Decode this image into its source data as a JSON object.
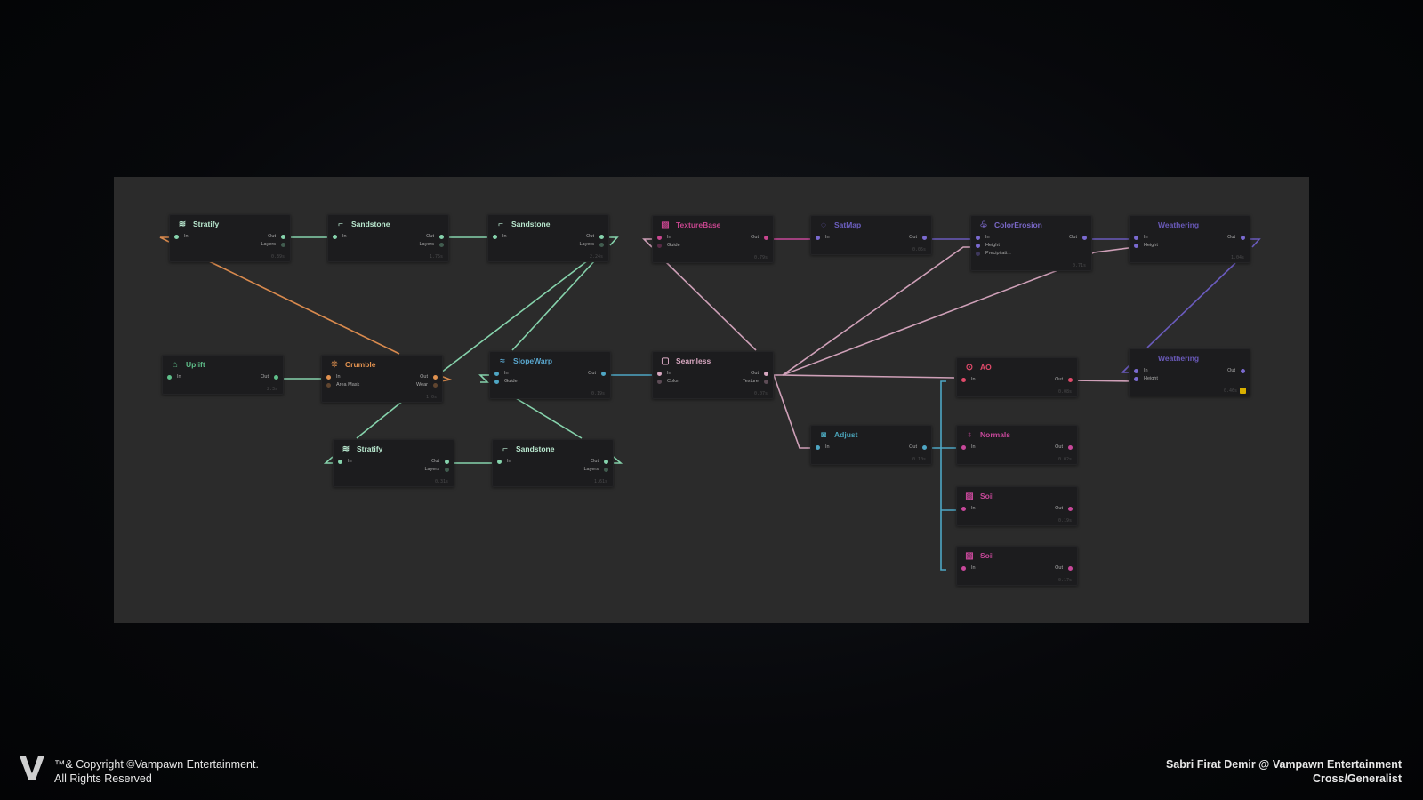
{
  "colors": {
    "green": "#86d3ac",
    "orange": "#d98a4e",
    "blue": "#4ea6c4",
    "pink": "#cfa0b8",
    "magenta": "#c8479a",
    "purple": "#6a5bbd",
    "canvas": "#2b2b2b",
    "node": "#1c1c1e"
  },
  "nodes": [
    {
      "id": "stratify1",
      "title": "Stratify",
      "icon": "stratify-icon",
      "glyph": "≋",
      "color": "#b9e8cf",
      "pin": "#86d3ac",
      "ins": [
        "In"
      ],
      "outs": [
        "Out",
        "Layers"
      ],
      "time": "0.39s"
    },
    {
      "id": "sandstone1",
      "title": "Sandstone",
      "icon": "terrace-icon",
      "glyph": "⌐",
      "color": "#b9e8cf",
      "pin": "#86d3ac",
      "ins": [
        "In"
      ],
      "outs": [
        "Out",
        "Layers"
      ],
      "time": "1.75s"
    },
    {
      "id": "sandstone2",
      "title": "Sandstone",
      "icon": "terrace-icon",
      "glyph": "⌐",
      "color": "#b9e8cf",
      "pin": "#86d3ac",
      "ins": [
        "In"
      ],
      "outs": [
        "Out",
        "Layers"
      ],
      "time": "2.24s"
    },
    {
      "id": "texturebase",
      "title": "TextureBase",
      "icon": "hatch-icon",
      "glyph": "▨",
      "color": "#c8468f",
      "pin": "#c8468f",
      "ins": [
        "In",
        "Guide"
      ],
      "outs": [
        "Out"
      ],
      "time": "0.79s"
    },
    {
      "id": "satmap",
      "title": "SatMap",
      "icon": "satmap-icon",
      "glyph": "◌",
      "color": "#6c5fc0",
      "pin": "#7a6ad0",
      "ins": [
        "In"
      ],
      "outs": [
        "Out"
      ],
      "time": "0.05s"
    },
    {
      "id": "colorerosion",
      "title": "ColorErosion",
      "icon": "erosion-icon",
      "glyph": "♧",
      "color": "#7a68c8",
      "pin": "#7a6ad0",
      "ins": [
        "In",
        "Height",
        "Precipitati..."
      ],
      "outs": [
        "Out"
      ],
      "time": "0.71s"
    },
    {
      "id": "weathering1",
      "title": "Weathering",
      "icon": "",
      "glyph": "",
      "color": "#6a5aba",
      "pin": "#7a6ad0",
      "ins": [
        "In",
        "Height"
      ],
      "outs": [
        "Out"
      ],
      "time": "1.04s"
    },
    {
      "id": "uplift",
      "title": "Uplift",
      "icon": "uplift-icon",
      "glyph": "⌂",
      "color": "#5fbf8a",
      "pin": "#5fbf8a",
      "ins": [
        "In"
      ],
      "outs": [
        "Out"
      ],
      "time": "2.3s"
    },
    {
      "id": "crumble",
      "title": "Crumble",
      "icon": "crumble-icon",
      "glyph": "⁜",
      "color": "#e0914f",
      "pin": "#e0914f",
      "ins": [
        "In",
        "Area Mask"
      ],
      "outs": [
        "Out",
        "Wear"
      ],
      "time": "1.0s"
    },
    {
      "id": "slopewarp",
      "title": "SlopeWarp",
      "icon": "slopewarp-icon",
      "glyph": "≈",
      "color": "#5aa8d0",
      "pin": "#4ea6c4",
      "ins": [
        "In",
        "Guide"
      ],
      "outs": [
        "Out"
      ],
      "time": "0.19s"
    },
    {
      "id": "seamless",
      "title": "Seamless",
      "icon": "seamless-icon",
      "glyph": "▢",
      "color": "#d7a7c0",
      "pin": "#d7a7c0",
      "ins": [
        "In",
        "Color"
      ],
      "outs": [
        "Out",
        "Texture"
      ],
      "time": "0.07s"
    },
    {
      "id": "stratify2",
      "title": "Stratify",
      "icon": "stratify-icon",
      "glyph": "≋",
      "color": "#b9e8cf",
      "pin": "#86d3ac",
      "ins": [
        "In"
      ],
      "outs": [
        "Out",
        "Layers"
      ],
      "time": "0.31s"
    },
    {
      "id": "sandstone3",
      "title": "Sandstone",
      "icon": "terrace-icon",
      "glyph": "⌐",
      "color": "#b9e8cf",
      "pin": "#86d3ac",
      "ins": [
        "In"
      ],
      "outs": [
        "Out",
        "Layers"
      ],
      "time": "1.61s"
    },
    {
      "id": "adjust",
      "title": "Adjust",
      "icon": "adjust-icon",
      "glyph": "◙",
      "color": "#4aa3b8",
      "pin": "#4ea6c4",
      "ins": [
        "In"
      ],
      "outs": [
        "Out"
      ],
      "time": "0.10s"
    },
    {
      "id": "ao",
      "title": "AO",
      "icon": "ao-icon",
      "glyph": "⊙",
      "color": "#e04a6a",
      "pin": "#e04a6a",
      "ins": [
        "In"
      ],
      "outs": [
        "Out"
      ],
      "time": "0.08s"
    },
    {
      "id": "normals",
      "title": "Normals",
      "icon": "normals-icon",
      "glyph": "♁",
      "color": "#c7489a",
      "pin": "#c7489a",
      "ins": [
        "In"
      ],
      "outs": [
        "Out"
      ],
      "time": "0.02s"
    },
    {
      "id": "soil1",
      "title": "Soil",
      "icon": "hatch-icon",
      "glyph": "▨",
      "color": "#c7489a",
      "pin": "#c7489a",
      "ins": [
        "In"
      ],
      "outs": [
        "Out"
      ],
      "time": "0.19s"
    },
    {
      "id": "soil2",
      "title": "Soil",
      "icon": "hatch-icon",
      "glyph": "▨",
      "color": "#c7489a",
      "pin": "#c7489a",
      "ins": [
        "In"
      ],
      "outs": [
        "Out"
      ],
      "time": "0.17s"
    },
    {
      "id": "weathering2",
      "title": "Weathering",
      "icon": "",
      "glyph": "",
      "color": "#6a5aba",
      "pin": "#7a6ad0",
      "ins": [
        "In",
        "Height"
      ],
      "outs": [
        "Out"
      ],
      "time": "0.46s",
      "badge": true
    }
  ],
  "footer": {
    "logo": "V",
    "copyright_line1": "™& Copyright ©Vampawn Entertainment.",
    "copyright_line2": "All Rights Reserved",
    "credit_line1": "Sabri Firat Demir @ Vampawn Entertainment",
    "credit_line2": "Cross/Generalist"
  }
}
